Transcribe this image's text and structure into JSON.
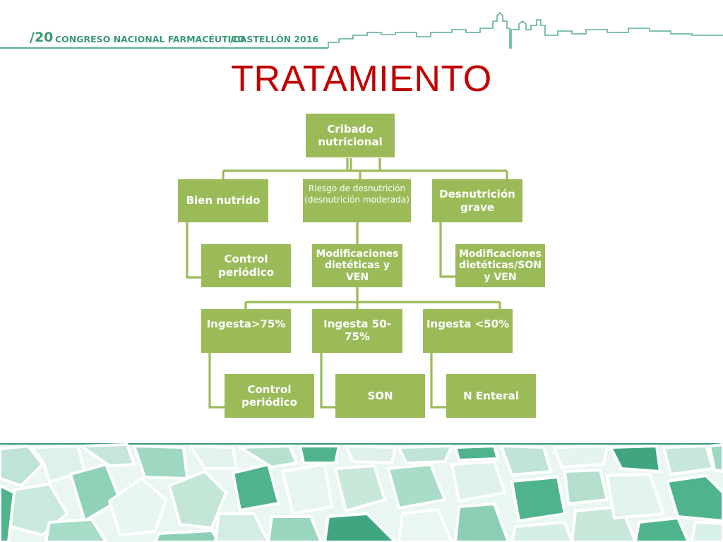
{
  "header": {
    "edition": "/20",
    "congress": "CONGRESO NACIONAL FARMACÉUTICO",
    "city": "/CASTELLÓN 2016"
  },
  "title": "TRATAMIENTO",
  "diagram": {
    "root": "Cribado nutricional",
    "level1": {
      "well_nourished": "Bien nutrido",
      "risk": "Riesgo de desnutrición (desnutrición moderada)",
      "severe": "Desnutrición grave"
    },
    "level2": {
      "periodic_control": "Control periódico",
      "diet_ven": "Modificaciones dietéticas y VEN",
      "diet_son_ven": "Modificaciones dietéticas/SON y VEN"
    },
    "level3": {
      "intake_high": "Ingesta>75%",
      "intake_mid": "Ingesta 50-75%",
      "intake_low": "Ingesta <50%"
    },
    "level4": {
      "periodic_control": "Control periódico",
      "son": "SON",
      "enteral": "N Enteral"
    }
  },
  "colors": {
    "node_fill": "#9bbb59",
    "connector": "#9bbb59",
    "title": "#c00000",
    "brand_green": "#3a9a72",
    "mosaic_base": "#dff1ea"
  }
}
